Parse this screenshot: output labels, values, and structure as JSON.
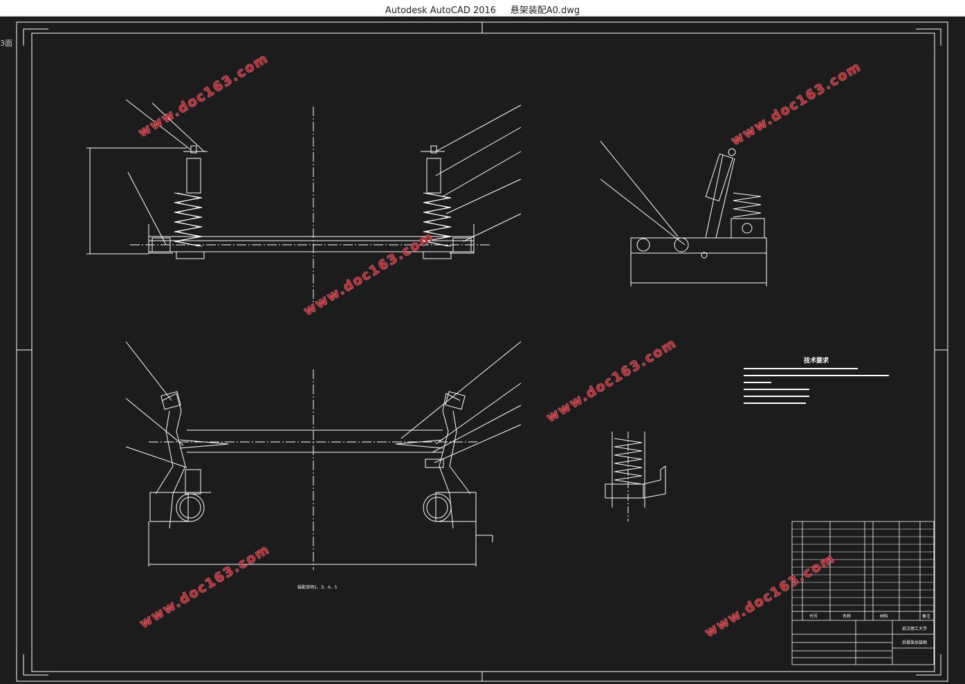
{
  "window": {
    "title": "Autodesk AutoCAD 2016     悬架装配A0.dwg"
  },
  "sidebar_fragment": "3面",
  "watermark": {
    "text": "www.doc163.com",
    "color": "#c7232a"
  },
  "drawing": {
    "background": "#1c1c1c",
    "line_color": "#ffffff",
    "note_heading": "技术要求",
    "bottom_note": "装配说明1、3、4、5",
    "title_block": {
      "school": "武汉理工大学",
      "drawing_name": "后悬架总装图",
      "code_label": "代号",
      "name_label": "名称",
      "material_label": "材料",
      "remarks_label": "备注"
    }
  }
}
